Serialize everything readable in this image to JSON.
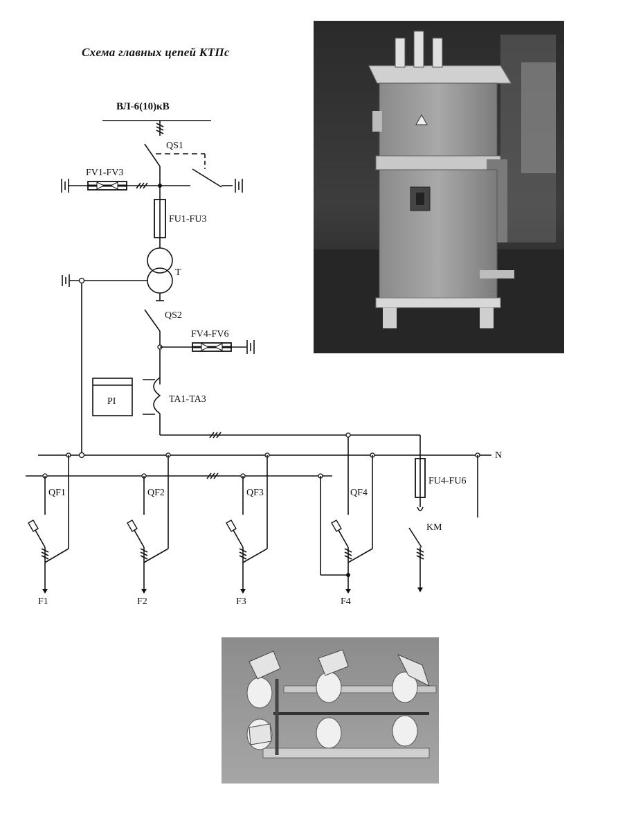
{
  "title": "Схема главных цепей КТПс",
  "labels": {
    "line": "ВЛ-6(10)кВ",
    "qs1": "QS1",
    "fv1": "FV1-FV3",
    "fu1": "FU1-FU3",
    "t": "T",
    "qs2": "QS2",
    "fv4": "FV4-FV6",
    "pi": "PI",
    "ta": "TA1-TA3",
    "n": "N",
    "qf1": "QF1",
    "qf2": "QF2",
    "qf3": "QF3",
    "qf4": "QF4",
    "fu4": "FU4-FU6",
    "km": "KM",
    "f1": "F1",
    "f2": "F2",
    "f3": "F3",
    "f4": "F4"
  },
  "photos": {
    "substation": "substation-photo",
    "disconnector": "disconnector-photo"
  }
}
